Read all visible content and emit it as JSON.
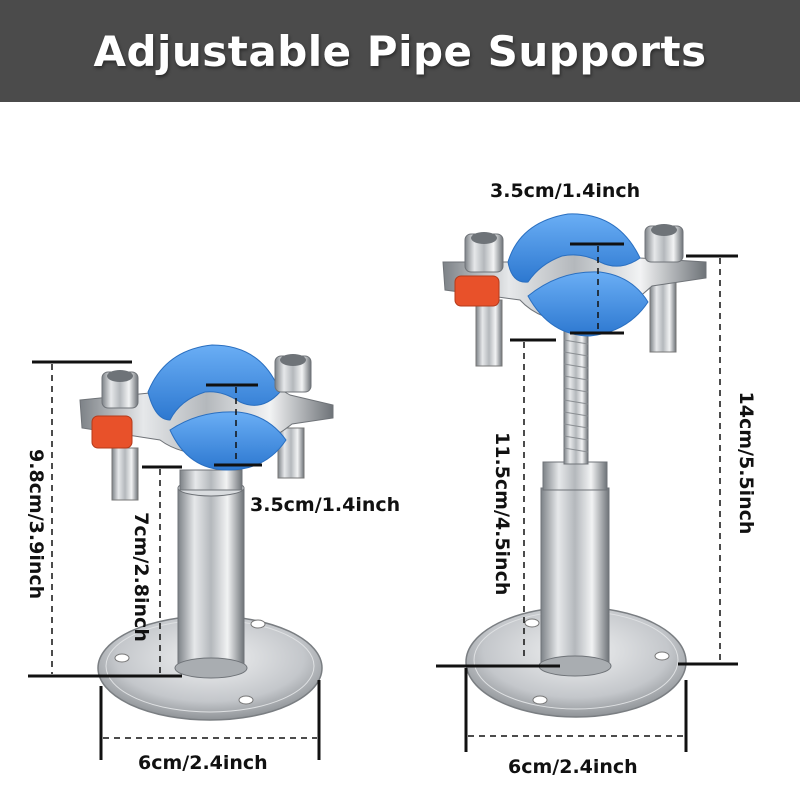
{
  "banner": {
    "title": "Adjustable Pipe Supports"
  },
  "colors": {
    "banner_bg": "#4b4b4b",
    "clamp_blue": "#3b8fe6",
    "rubber_red": "#e8512a",
    "steel": "#c9ccd0"
  },
  "small_support": {
    "clamp_diameter": "3.5cm/1.4inch",
    "total_height": "9.8cm/3.9inch",
    "rod_height": "7cm/2.8inch",
    "base_width": "6cm/2.4inch"
  },
  "large_support": {
    "clamp_diameter": "3.5cm/1.4inch",
    "total_height": "14cm/5.5inch",
    "rod_height": "11.5cm/4.5inch",
    "base_width": "6cm/2.4inch"
  }
}
